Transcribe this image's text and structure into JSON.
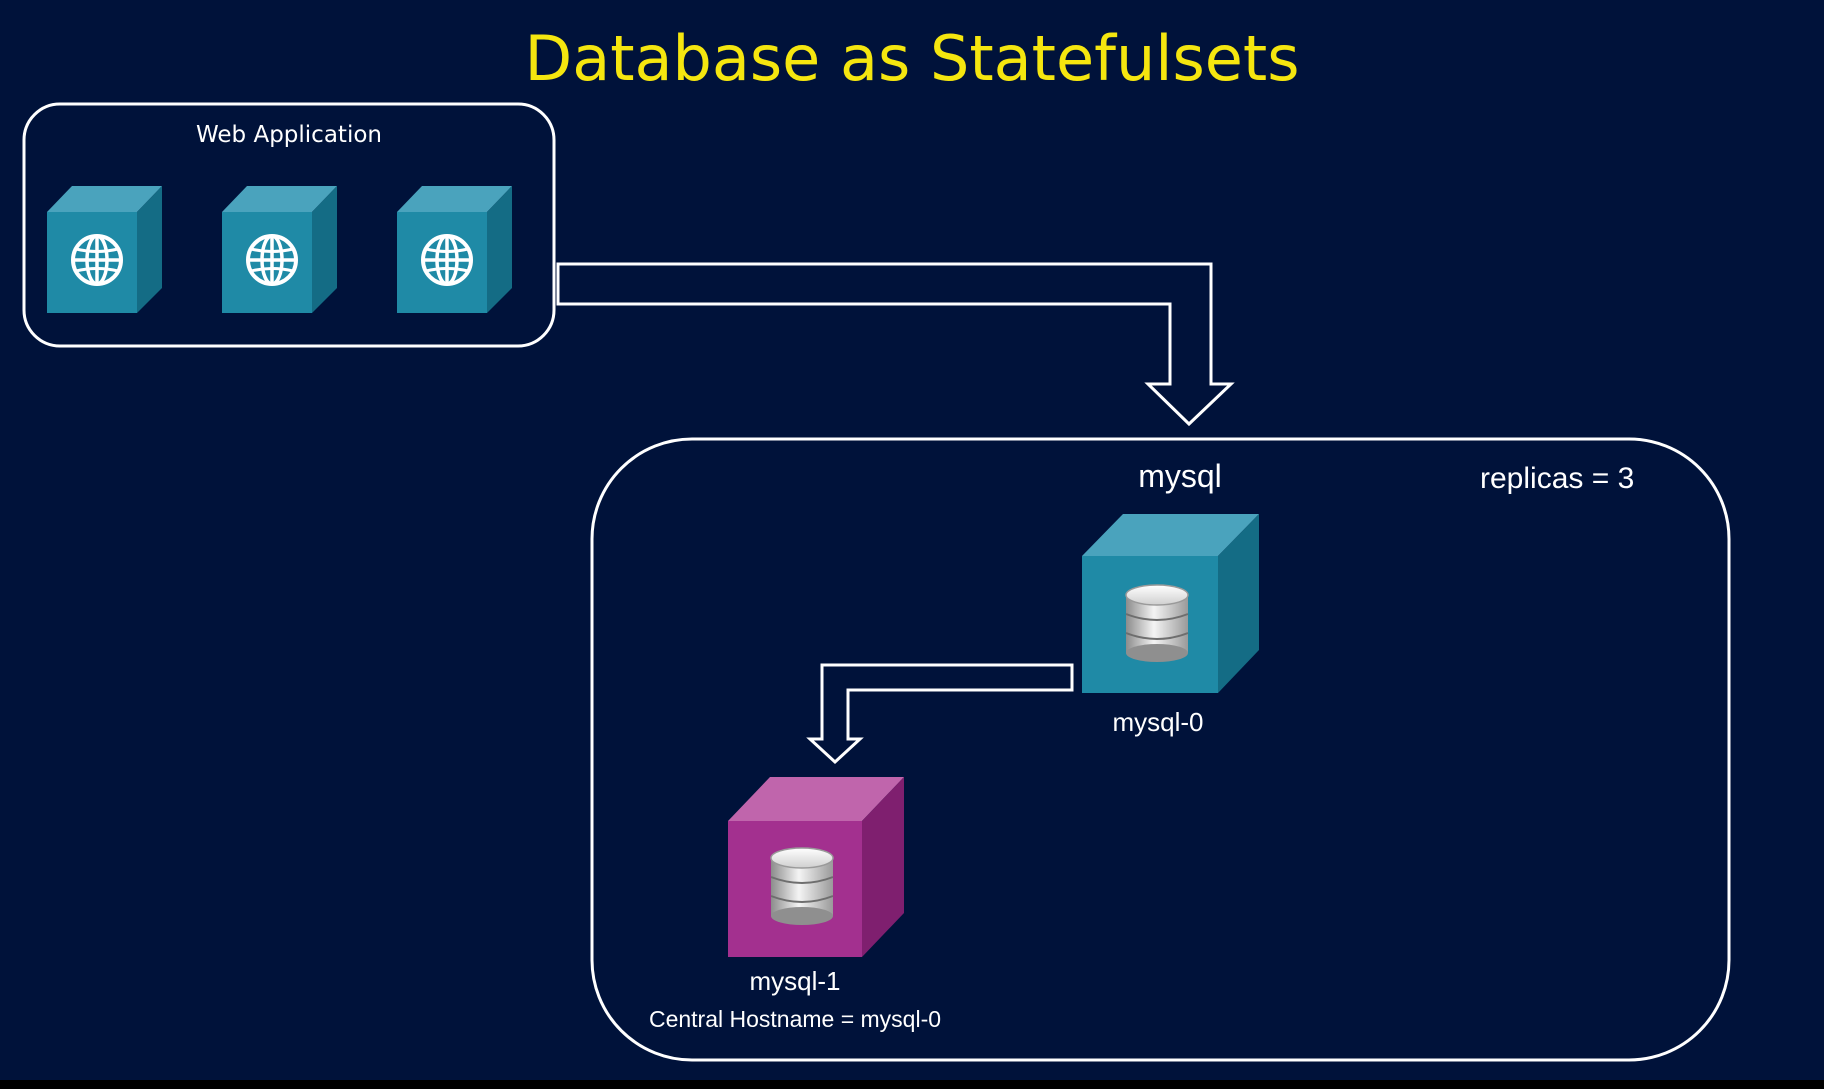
{
  "title": "Database as Statefulsets",
  "web_app": {
    "label": "Web Application",
    "pods": [
      {
        "icon": "globe-icon"
      },
      {
        "icon": "globe-icon"
      },
      {
        "icon": "globe-icon"
      }
    ]
  },
  "statefulset": {
    "name": "mysql",
    "replicas_label": "replicas = 3",
    "pods": [
      {
        "name": "mysql-0",
        "icon": "database-icon",
        "color": "#1f8aa6"
      },
      {
        "name": "mysql-1",
        "icon": "database-icon",
        "color": "#a3308f",
        "note": "Central Hostname = mysql-0"
      }
    ]
  },
  "colors": {
    "background": "#00123a",
    "title": "#f5e60f",
    "web_pod": "#1f8aa6",
    "mysql_primary": "#1f8aa6",
    "mysql_replica": "#a3308f",
    "outline": "#ffffff"
  }
}
